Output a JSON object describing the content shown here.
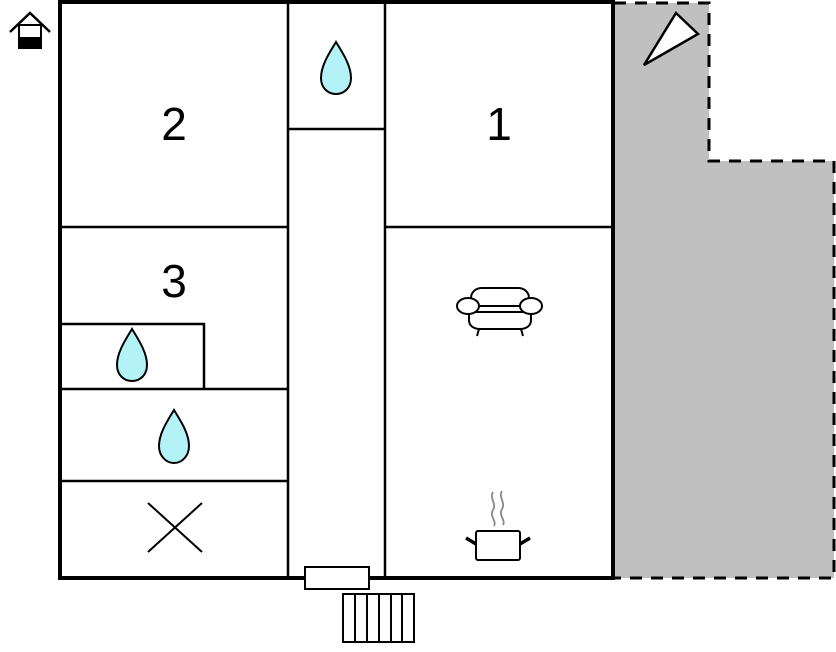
{
  "floorplan": {
    "title": "",
    "colors": {
      "wall": "#000000",
      "terrace_fill": "#c0c0c0",
      "water_drop": "#b3f3f7",
      "background": "#ffffff"
    },
    "rooms": [
      {
        "id": "bedroom-1",
        "label": "1"
      },
      {
        "id": "bedroom-2",
        "label": "2"
      },
      {
        "id": "bedroom-3",
        "label": "3"
      }
    ],
    "icons": [
      {
        "name": "house-entrance-icon",
        "meaning": "entrance / house"
      },
      {
        "name": "water-drop-icon",
        "meaning": "bathroom",
        "count": 3
      },
      {
        "name": "sofa-icon",
        "meaning": "living room"
      },
      {
        "name": "cooking-pot-icon",
        "meaning": "kitchen"
      },
      {
        "name": "x-mark-icon",
        "meaning": "technical / storage room"
      },
      {
        "name": "terrace-umbrella-icon",
        "meaning": "terrace"
      },
      {
        "name": "entrance-door-icon",
        "meaning": "front door"
      },
      {
        "name": "steps-icon",
        "meaning": "entrance steps"
      }
    ],
    "areas": [
      {
        "id": "terrace",
        "style": "dashed outline, grey fill"
      }
    ]
  }
}
